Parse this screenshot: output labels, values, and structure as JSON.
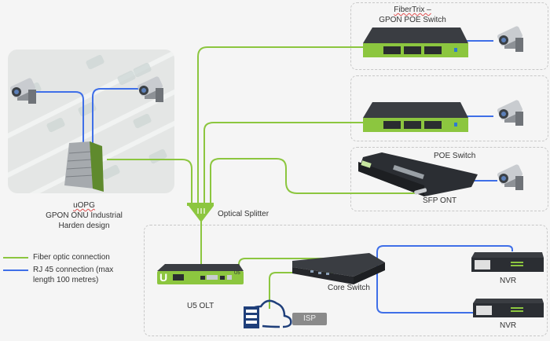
{
  "colors": {
    "fiber": "#8cc63f",
    "rj45": "#3f6fe8",
    "background": "#f5f5f5",
    "parking_area": "#e4e6e5",
    "dashed_border": "#c8c8c8",
    "device_green": "#8cc63f",
    "device_dark": "#3a3d42",
    "cloud_blue": "#1f3f7a"
  },
  "parking_lot": {
    "device_label_line1": "uOPG",
    "device_label_line2": "GPON ONU Industrial",
    "device_label_line3": "Harden design",
    "cameras": [
      "camera-left",
      "camera-right"
    ]
  },
  "gpon_poe_switch_group": {
    "title_line1": "FiberTrix –",
    "title_line2": "GPON POE Switch"
  },
  "second_switch_group": {
    "title": ""
  },
  "poe_switch_group": {
    "title": "POE Switch",
    "sfp_label": "SFP ONT"
  },
  "splitter": {
    "label": "Optical Splitter",
    "glyph": "III"
  },
  "core_area": {
    "olt_label": "U5 OLT",
    "olt_badge": "U",
    "olt_model": "U5",
    "core_switch_label": "Core Switch",
    "isp_label": "ISP",
    "nvr_labels": [
      "NVR",
      "NVR"
    ]
  },
  "legend": {
    "items": [
      {
        "label": "Fiber optic connection",
        "type": "fiber"
      },
      {
        "label": "RJ 45 connection (max",
        "label2": "length 100 metres)",
        "type": "rj45"
      }
    ]
  }
}
